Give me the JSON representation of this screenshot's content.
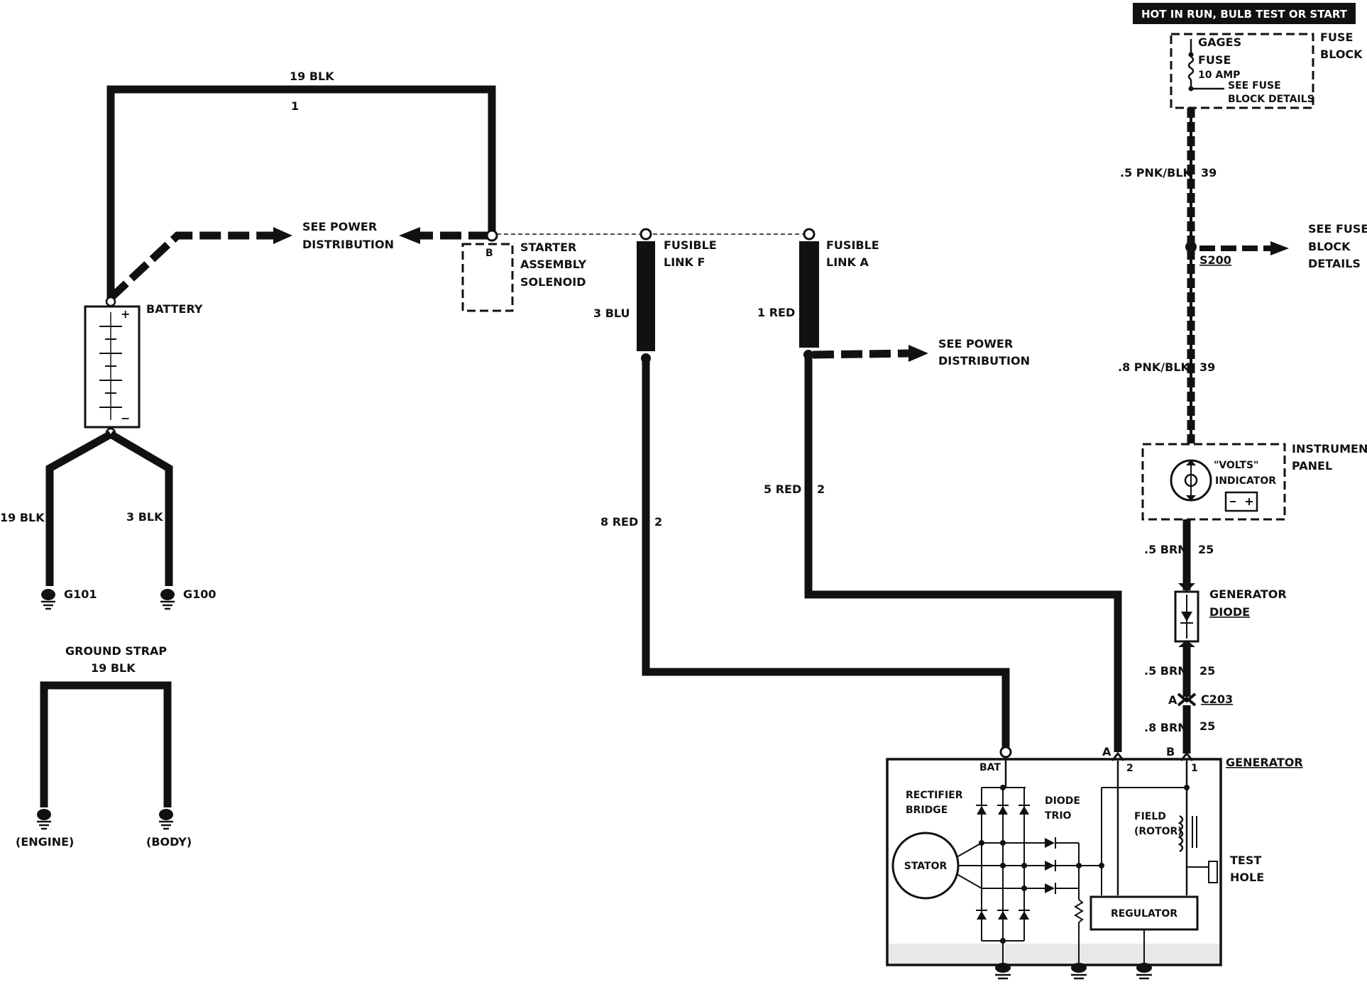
{
  "header_box": {
    "label": "HOT IN RUN, BULB TEST OR START"
  },
  "fuse_block": {
    "gages": "GAGES",
    "fuse": "FUSE",
    "amp": "10 AMP",
    "see_fuse_1": "SEE FUSE",
    "see_fuse_2": "BLOCK DETAILS",
    "title_1": "FUSE",
    "title_2": "BLOCK"
  },
  "wires": {
    "top_blk": "19 BLK",
    "top_blk_circuit": "1",
    "left_blk": "19 BLK",
    "right_blk": "3 BLK",
    "blu": "3 BLU",
    "red1": "1 RED",
    "red8": "8 RED",
    "red8_circuit": "2",
    "red5": "5 RED",
    "red5_circuit": "2",
    "pnk1": ".5 PNK/BLK",
    "pnk1_circuit": "39",
    "pnk2": ".8 PNK/BLK",
    "pnk2_circuit": "39",
    "brn1": ".5 BRN",
    "brn1_circuit": "25",
    "brn2": ".5 BRN",
    "brn2_circuit": "25",
    "brn3": ".8 BRN",
    "brn3_circuit": "25"
  },
  "components": {
    "battery": "BATTERY",
    "battery_plus": "+",
    "battery_minus": "−",
    "starter_pin": "B",
    "starter_1": "STARTER",
    "starter_2": "ASSEMBLY",
    "starter_3": "SOLENOID",
    "fusible_f_1": "FUSIBLE",
    "fusible_f_2": "LINK F",
    "fusible_a_1": "FUSIBLE",
    "fusible_a_2": "LINK A",
    "see_power_1a": "SEE POWER",
    "see_power_1b": "DISTRIBUTION",
    "see_power_2a": "SEE POWER",
    "see_power_2b": "DISTRIBUTION",
    "see_fuse_right_1": "SEE FUSE",
    "see_fuse_right_2": "BLOCK",
    "see_fuse_right_3": "DETAILS",
    "splice": "S200",
    "instrument_1": "INSTRUMENT",
    "instrument_2": "PANEL",
    "volts_1": "\"VOLTS\"",
    "volts_2": "INDICATOR",
    "gen_diode_1": "GENERATOR",
    "gen_diode_2": "DIODE",
    "connector": "C203",
    "conn_a": "A",
    "gen_pin_a": "A",
    "gen_pin_b": "B",
    "generator": "GENERATOR",
    "bat": "BAT",
    "pin2": "2",
    "pin1": "1",
    "rectifier_1": "RECTIFIER",
    "rectifier_2": "BRIDGE",
    "diode_trio_1": "DIODE",
    "diode_trio_2": "TRIO",
    "field_1": "FIELD",
    "field_2": "(ROTOR)",
    "stator": "STATOR",
    "regulator": "REGULATOR",
    "test_1": "TEST",
    "test_2": "HOLE"
  },
  "grounds": {
    "g101": "G101",
    "g100": "G100",
    "strap_1": "GROUND STRAP",
    "strap_2": "19 BLK",
    "engine": "(ENGINE)",
    "body": "(BODY)"
  }
}
